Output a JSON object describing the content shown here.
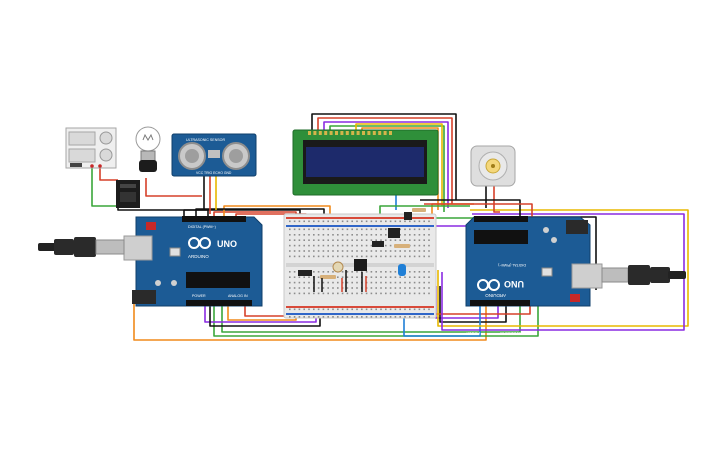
{
  "colors": {
    "arduino": "#1c5b95",
    "arduino_dark": "#164a7a",
    "lcd_pcb": "#2f8f3a",
    "lcd_screen": "#1d2a6b",
    "breadboard": "#e9e9e9"
  },
  "left_board": {
    "brand": "ARDUINO",
    "model": "UNO",
    "digital": "DIGITAL (PWM~)",
    "power": "POWER",
    "analog": "ANALOG IN"
  },
  "right_board": {
    "brand": "ARDUINO",
    "model": "UNO",
    "digital": "DIGITAL (PWM~)",
    "power": "POWER",
    "analog": "ANALOG IN"
  },
  "sensor": {
    "label": "ULTRASONIC SENSOR",
    "pins": "VCC TRIG ECHO GND"
  },
  "icons": {
    "usb_left": "usb-cable-icon",
    "usb_right": "usb-cable-icon",
    "bulb": "light-bulb-icon",
    "motor": "dc-motor-icon",
    "buzzer": "piezo-icon",
    "relay": "relay-icon"
  }
}
